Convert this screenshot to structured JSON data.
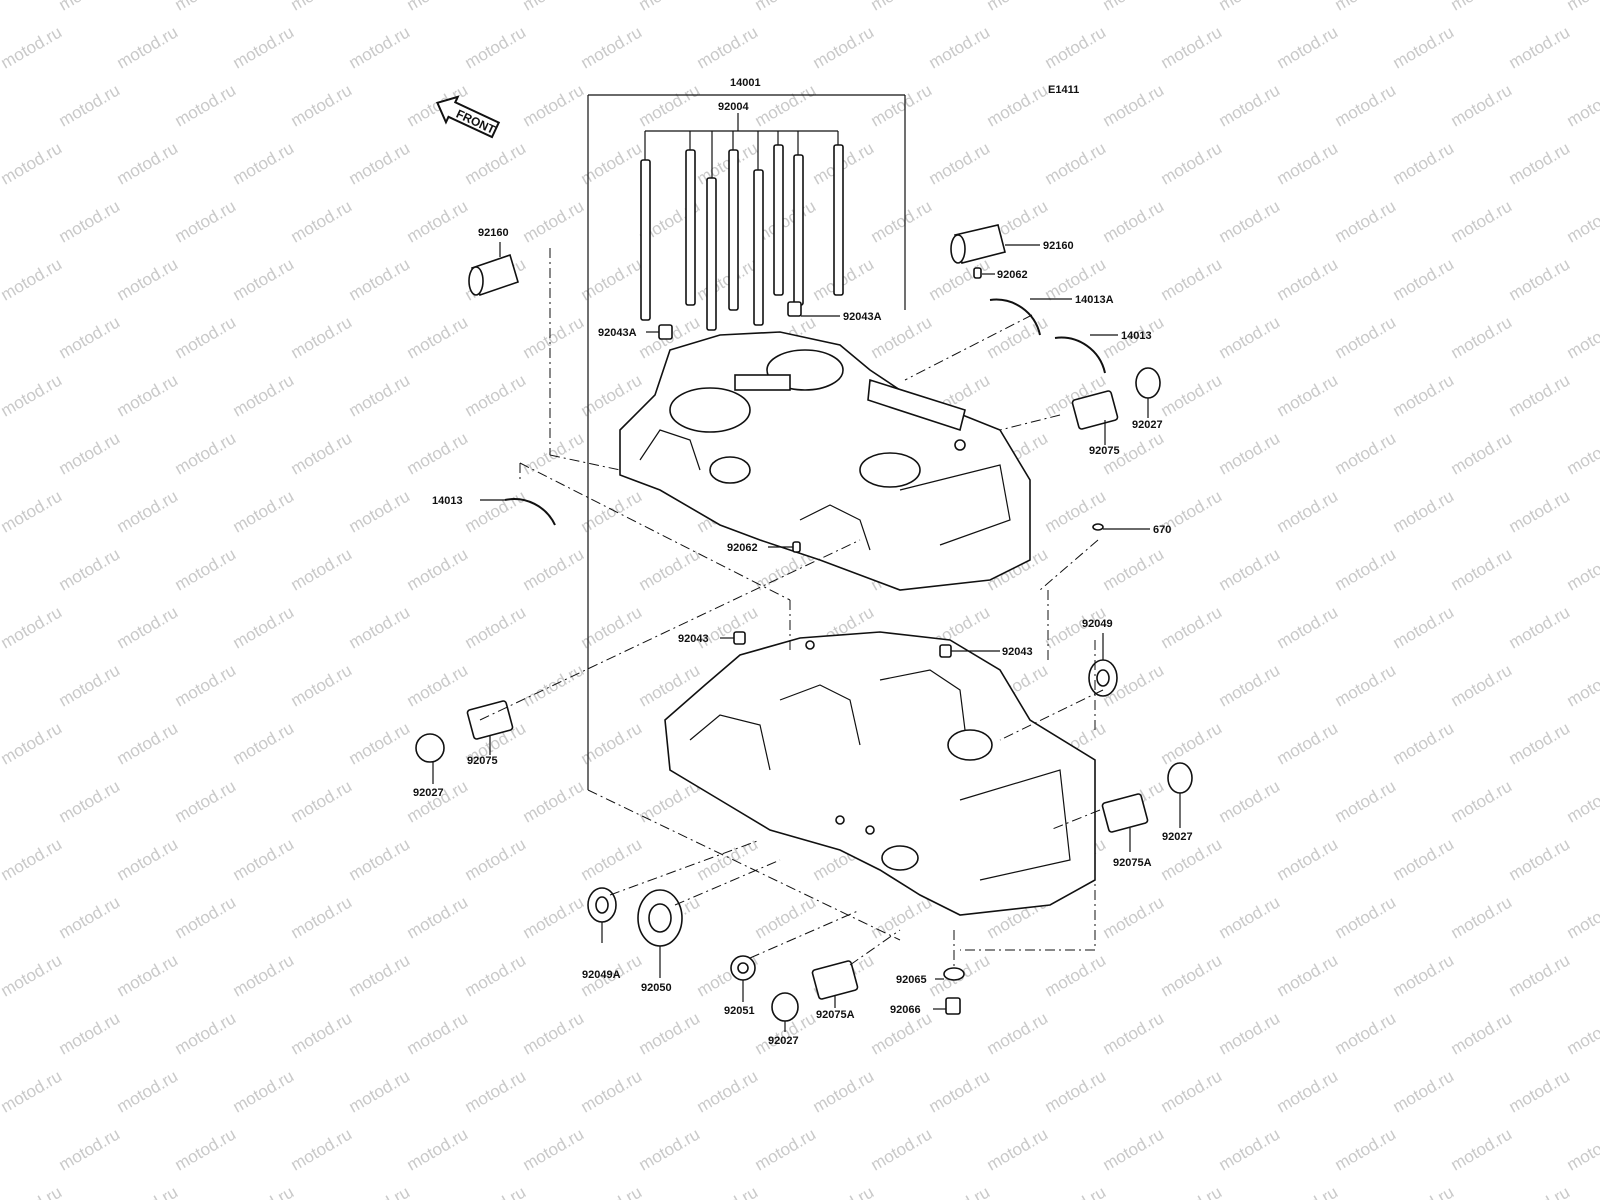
{
  "diagram": {
    "code": "E1411",
    "front_label": "FRONT",
    "watermark": "motod.ru",
    "parts": {
      "crankcase_assy": "14001",
      "stud": "92004",
      "dowel_upper": "92043A",
      "dowel_lower": "92043",
      "cap_left": "92160",
      "cap_right": "92160",
      "bearing_insert_a": "14013A",
      "bearing_insert_upper": "14013",
      "bearing_insert_left": "14013",
      "plug_upper": "92062",
      "plug_lower": "92062",
      "bearing_92027": "92027",
      "needle_bearing_92075": "92075",
      "needle_bearing_92075a": "92075A",
      "o_ring_670": "670",
      "oil_seal_92049": "92049",
      "oil_seal_92049a": "92049A",
      "oil_seal_92050": "92050",
      "oil_seal_92051": "92051",
      "gasket_92065": "92065",
      "drain_plug_92066": "92066"
    }
  }
}
